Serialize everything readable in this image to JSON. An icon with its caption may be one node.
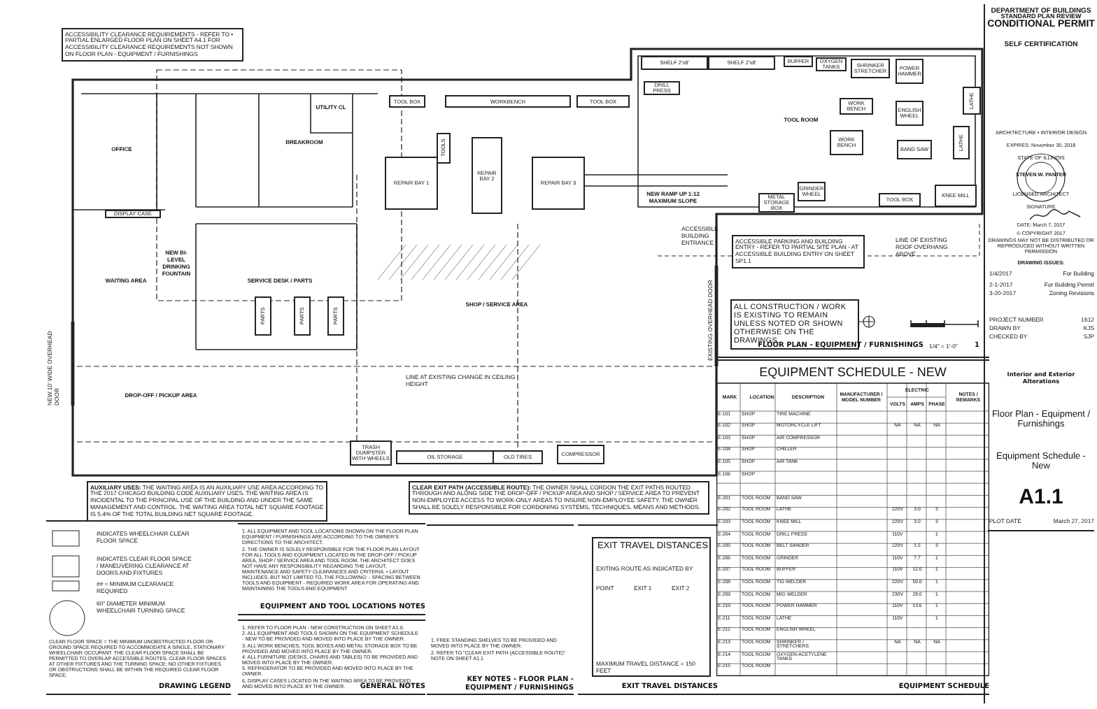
{
  "diagram": {
    "nodes": [
      {
        "text": [
          "OFFICE"
        ]
      },
      {
        "text": [
          "DISPLAY CASE"
        ]
      },
      {
        "text": [
          "BREAKROOM"
        ]
      },
      {
        "text": [
          "UTILITY CL"
        ]
      },
      {
        "text": [
          "WAITING AREA"
        ]
      },
      {
        "text": [
          "SERVICE DESK / PARTS"
        ]
      },
      {
        "text": [
          "PARTS"
        ]
      },
      {
        "text": [
          "PARTS"
        ]
      },
      {
        "text": [
          "PARTS"
        ]
      },
      {
        "text": [
          "DROP-OFF / PICKUP AREA"
        ]
      },
      {
        "text": [
          "TOOL BOX"
        ]
      },
      {
        "text": [
          "WORKBENCH"
        ]
      },
      {
        "text": [
          "TOOL BOX"
        ]
      },
      {
        "text": [
          "TOOLS"
        ]
      },
      {
        "text": [
          "REPAIR BAY 1"
        ]
      },
      {
        "text": [
          "REPAIR BAY 2"
        ]
      },
      {
        "text": [
          "REPAIR BAY 3"
        ]
      },
      {
        "text": [
          "SHOP / SERVICE AREA"
        ]
      },
      {
        "text": [
          "TRASH DUMPSTER WITH WHEELS"
        ]
      },
      {
        "text": [
          "OIL STORAGE"
        ]
      },
      {
        "text": [
          "OLD TIRES"
        ]
      },
      {
        "text": [
          "COMPRESSOR"
        ]
      },
      {
        "text": [
          "TOOL ROOM"
        ]
      },
      {
        "text": [
          "SHELF 2'x8'"
        ]
      },
      {
        "text": [
          "SHELF 2'x8'"
        ]
      },
      {
        "text": [
          "BUFFER"
        ]
      },
      {
        "text": [
          "OXYGEN TANKS"
        ]
      },
      {
        "text": [
          "SHRINKER STRETCHER"
        ]
      },
      {
        "text": [
          "POWER HAMMER"
        ]
      },
      {
        "text": [
          "DRILL PRESS"
        ]
      },
      {
        "text": [
          "WORK BENCH"
        ]
      },
      {
        "text": [
          "ENGLISH WHEEL"
        ]
      },
      {
        "text": [
          "LATHE"
        ]
      },
      {
        "text": [
          "WORK BENCH"
        ]
      },
      {
        "text": [
          "BAND SAW"
        ]
      },
      {
        "text": [
          "LATHE"
        ]
      },
      {
        "text": [
          "METAL STORAGE BOX"
        ]
      },
      {
        "text": [
          "GRINDER WHEEL"
        ]
      },
      {
        "text": [
          "TOOL BOX"
        ]
      },
      {
        "text": [
          "KNEE MILL"
        ]
      },
      {
        "text": [
          "NEW RAMP UP 1:12 MAXIMUM SLOPE"
        ]
      },
      {
        "text": [
          "NEW BI-LEVEL DRINKING FOUNTAIN"
        ]
      }
    ],
    "labels": [
      "ACCESSIBILITY CLEARANCE REQUIREMENTS - REFER TO • PARTIAL ENLARGED FLOOR PLAN ON SHEET A4.1 FOR ACCESSIBILITY CLEARANCE REQUIREMENTS NOT SHOWN ON FLOOR PLAN - EQUIPMENT / FURNISHINGS",
      "ALL CONSTRUCTION / WORK IS EXISTING TO REMAIN UNLESS NOTED OR SHOWN OTHERWISE ON THE DRAWINGS.",
      "ACCESSIBLE PARKING AND BUILDING ENTRY - REFER TO PARTIAL SITE PLAN - AT ACCESSIBLE BUILDING ENTRY ON SHEET SP1.1",
      "LINE OF EXISTING ROOF OVERHANG ABOVE",
      "ACCESSIBLE BUILDING ENTRANCE",
      "LINE AT EXISTING CHANGE IN CEILING HEIGHT",
      "NEW 10' WIDE OVERHEAD DOOR",
      "EXISTING OVERHEAD DOOR",
      "FLOOR PLAN - EQUIPMENT / FURNISHINGS",
      "1/4\" = 1'-0\"",
      "1",
      "**AUXILIARY USES:** THE WAITING AREA IS AN AUXILIARY USE AREA ACCORDING TO THE 2017 CHICAGO BUILDING CODE AUXILIARY USES. THE WAITING AREA IS INCIDENTAL TO THE PRINCIPAL USE OF THE BUILDING AND UNDER THE SAME MANAGEMENT AND CONTROL. THE WAITING AREA TOTAL NET SQUARE FOOTAGE IS 5.4% OF THE TOTAL BUILDING NET SQUARE FOOTAGE.",
      "**CLEAR EXIT PATH (ACCESSIBLE ROUTE):** THE OWNER SHALL CORDON THE EXIT PATHS ROUTED THROUGH AND ALONG SIDE THE DROP-OFF / PICKUP AREA AND SHOP / SERVICE AREA TO PREVENT NON-EMPLOYEE ACCESS TO WORK-ONLY AREAS TO INSURE NON-EMPLOYEE SAFETY. THE OWNER SHALL BE SOLELY RESPONSIBLE FOR CORDONING SYSTEMS, TECHNIQUES, MEANS AND METHODS.",
      "CLEAR FLOOR SPACE = THE MINIMUM UNOBSTRUCTED FLOOR OR GROUND SPACE REQUIRED TO ACCOMMODATE A SINGLE, STATIONARY WHEELCHAIR OCCUPANT. THE CLEAR FLOOR SPACE SHALL BE PERMITTED TO OVERLAP ACCESSIBLE ROUTES. CLEAR FLOOR SPACES AT OTHER FIXTURES AND THE TURNING SPACE: NO OTHER FIXTURES OR OBSTRUCTIONS SHALL BE WITHIN THE REQUIRED CLEAR FLOOR SPACE.",
      "DRAWING LEGEND",
      "1. ALL EQUIPMENT AND TOOL LOCATIONS SHOWN ON THE FLOOR PLAN EQUIPMENT / FURNISHINGS ARE ACCORDING TO THE OWNER'S DIRECTIONS TO THE ARCHITECT.",
      "2. THE OWNER IS SOLELY RESPONSIBLE FOR THE FLOOR PLAN LAYOUT FOR ALL TOOLS AND EQUIPMENT LOCATED IN THE DROP-OFF / PICKUP AREA, SHOP / SERVICE AREA AND TOOL ROOM. THE ARCHITECT DOES NOT HAVE ANY RESPONSIBILITY REGARDING THE LAYOUT, MAINTENANCE AND SAFETY CLEARANCES AND CRITERIA. • LAYOUT INCLUDES, BUT NOT LIMITED TO, THE FOLLOWING: - SPACING BETWEEN TOOLS AND EQUIPMENT - REQUIRED WORK AREA FOR OPERATING AND MAINTAINING THE TOOLS AND EQUIPMENT",
      "EQUIPMENT AND TOOL LOCATIONS NOTES",
      "1. REFER TO FLOOR PLAN - NEW CONSTRUCTION ON SHEET A1.0.",
      "2. ALL EQUIPMENT AND TOOLS SHOWN ON THE EQUIPMENT SCHEDULE - NEW TO BE PROVIDED AND MOVED INTO PLACE BY THE OWNER.",
      "3. ALL WORK BENCHES, TOOL BOXES AND METAL STORAGE BOX TO BE PROVIDED AND MOVED INTO PLACE BY THE OWNER.",
      "4. ALL FURNITURE (DESKS, CHAIRS AND TABLES) TO BE PROVIDED AND MOVED INTO PLACE BY THE OWNER.",
      "5. REFRIGERATOR TO BE PROVIDED AND MOVED INTO PLACE BY THE OWNER.",
      "6. DISPLAY CASES LOCATED IN THE WAITING AREA TO BE PROVIDED AND MOVED INTO PLACE BY THE OWNER.",
      "GENERAL NOTES",
      "1. FREE STANDING SHELVES TO BE PROVIDED AND MOVED INTO PLACE BY THE OWNER.",
      "2. REFER TO \"CLEAR EXIT PATH (ACCESSIBLE ROUTE)\" NOTE ON SHEET A1.1",
      "KEY NOTES - FLOOR PLAN - EQUIPMENT / FURNISHINGS",
      "EXIT TRAVEL DISTANCES",
      "EXITING ROUTE AS INDICATED BY",
      "POINT",
      "EXIT 1",
      "EXIT 2",
      "MAXIMUM TRAVEL DISTANCE = 150 FEET",
      "EXIT TRAVEL DISTANCES",
      "EQUIPMENT SCHEDULE - NEW",
      "MARK",
      "LOCATION",
      "DESCRIPTION",
      "MANUFACTURER / MODEL NUMBER",
      "ELECTRIC",
      "NOTES / REMARKS",
      "VOLTS",
      "AMPS",
      "PHASE",
      "E-101",
      "SHOP",
      "TIRE MACHINE",
      "E-102",
      "SHOP",
      "MOTORCYCLE LIFT",
      "NA",
      "NA",
      "NA",
      "E-103",
      "SHOP",
      "AIR COMPRESSOR",
      "E-104",
      "SHOP",
      "CHILLER",
      "E-105",
      "SHOP",
      "AIR TANK",
      "E-106",
      "SHOP",
      "E-201",
      "TOOL ROOM",
      "BAND SAW",
      "E-202",
      "TOOL ROOM",
      "LATHE",
      "220V",
      "3.0",
      "3",
      "E-203",
      "TOOL ROOM",
      "KNEE MILL",
      "220V",
      "3.0",
      "3",
      "E-204",
      "TOOL ROOM",
      "DRILL PRESS",
      "110V",
      "1",
      "E-205",
      "TOOL ROOM",
      "BELT SANDER",
      "220V",
      "1.5",
      "3",
      "E-206",
      "TOOL ROOM",
      "GRINDER",
      "110V",
      "7.7",
      "1",
      "E-207",
      "TOOL ROOM",
      "BUFFER",
      "110V",
      "12.0",
      "1",
      "E-208",
      "TOOL ROOM",
      "TIG WELDER",
      "220V",
      "50.0",
      "1",
      "E-209",
      "TOOL ROOM",
      "MIG WELDER",
      "230V",
      "28.0",
      "1",
      "E-210",
      "TOOL ROOM",
      "POWER HAMMER",
      "110V",
      "13.6",
      "1",
      "E-211",
      "TOOL ROOM",
      "LATHE",
      "110V",
      "1",
      "E-212",
      "TOOL ROOM",
      "ENGLISH WHEEL",
      "E-213",
      "TOOL ROOM",
      "SHRINKER / STRETCHERS",
      "NA",
      "NA",
      "NA",
      "E-214",
      "TOOL ROOM",
      "OXYGEN-ACETYLENE TANKS",
      "E-215",
      "TOOL ROOM",
      "EQUIPMENT SCHEDULE",
      "DEPARTMENT OF BUILDINGS",
      "STANDARD PLAN REVIEW",
      "CONDITIONAL PERMIT",
      "SELF CERTIFICATION",
      "ARCHITECTURE • INTERIOR DESIGN",
      "EXPIRES: November 30, 2018",
      "STATE OF ILLINOIS",
      "STEVEN W. PANTER",
      "LICENSED ARCHITECT",
      "SIGNATURE",
      "DATE: March 7, 2017",
      "© COPYRIGHT 2017",
      "DRAWINGS MAY NOT BE DISTRIBUTED OR REPRODUCED WITHOUT WRITTEN PERMISSION",
      "DRAWING ISSUES:",
      "1/4/2017",
      "For Building",
      "2-1-2017",
      "For Building Permit",
      "3-20-2017",
      "Zoning Revisions",
      "PROJECT NUMBER",
      "1612",
      "DRAWN BY",
      "KJS",
      "CHECKED BY",
      "SJP",
      "Interior and Exterior Alterations",
      "Floor Plan - Equipment / Furnishings",
      "Equipment Schedule -New",
      "A1.1",
      "PLOT DATE",
      "March 27, 2017"
    ],
    "legend": [
      {
        "text": "INDICATES WHEELCHAIR CLEAR FLOOR SPACE"
      },
      {
        "text": "INDICATES CLEAR FLOOR SPACE / MANEUVERING CLEARANCE AT DOORS AND FIXTURES"
      },
      {
        "text": "## = MINIMUM CLEARANCE REQUIRED"
      },
      {
        "text": "60\" DIAMETER MINIMUM WHEELCHAIR TURNING SPACE"
      }
    ]
  }
}
